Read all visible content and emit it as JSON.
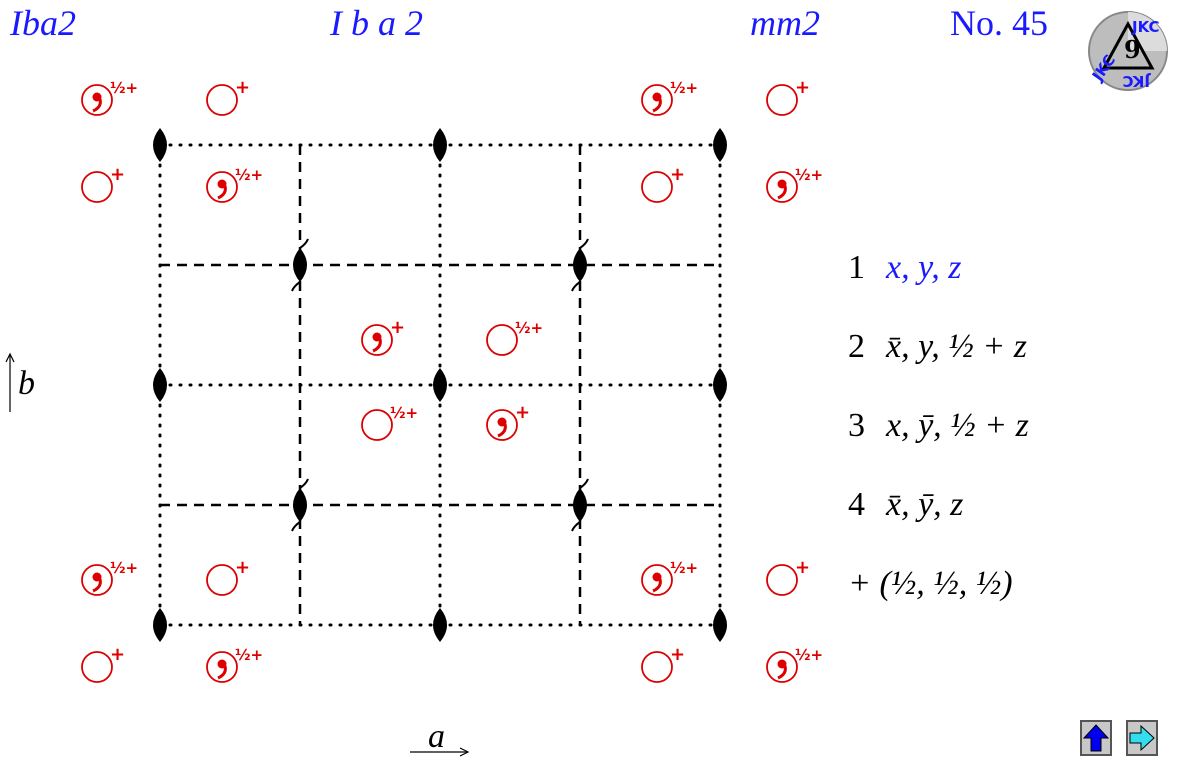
{
  "header": {
    "short_symbol": "Iba2",
    "full_symbol": "I b a 2",
    "point_group": "mm2",
    "number": "No. 45"
  },
  "logo": {
    "text": "JKC"
  },
  "axes": {
    "a": "a",
    "b": "b"
  },
  "position_marks": {
    "plus": "+",
    "half_plus": "½+"
  },
  "operations": [
    {
      "num": "1",
      "coord": "x, y, z"
    },
    {
      "num": "2",
      "coord": "x̄, y, ½ + z"
    },
    {
      "num": "3",
      "coord": "x, ȳ, ½ + z"
    },
    {
      "num": "4",
      "coord": "x̄, ȳ, z"
    },
    {
      "num": "",
      "coord": "+ (½, ½, ½)"
    }
  ],
  "nav": {
    "up_icon": "arrow-up-icon",
    "next_icon": "arrow-right-icon"
  },
  "colors": {
    "title": "#1a1aff",
    "positions": "#dd0000",
    "symmetry": "#000000",
    "nav_up": "#0000ee",
    "nav_next": "#33ddee"
  }
}
